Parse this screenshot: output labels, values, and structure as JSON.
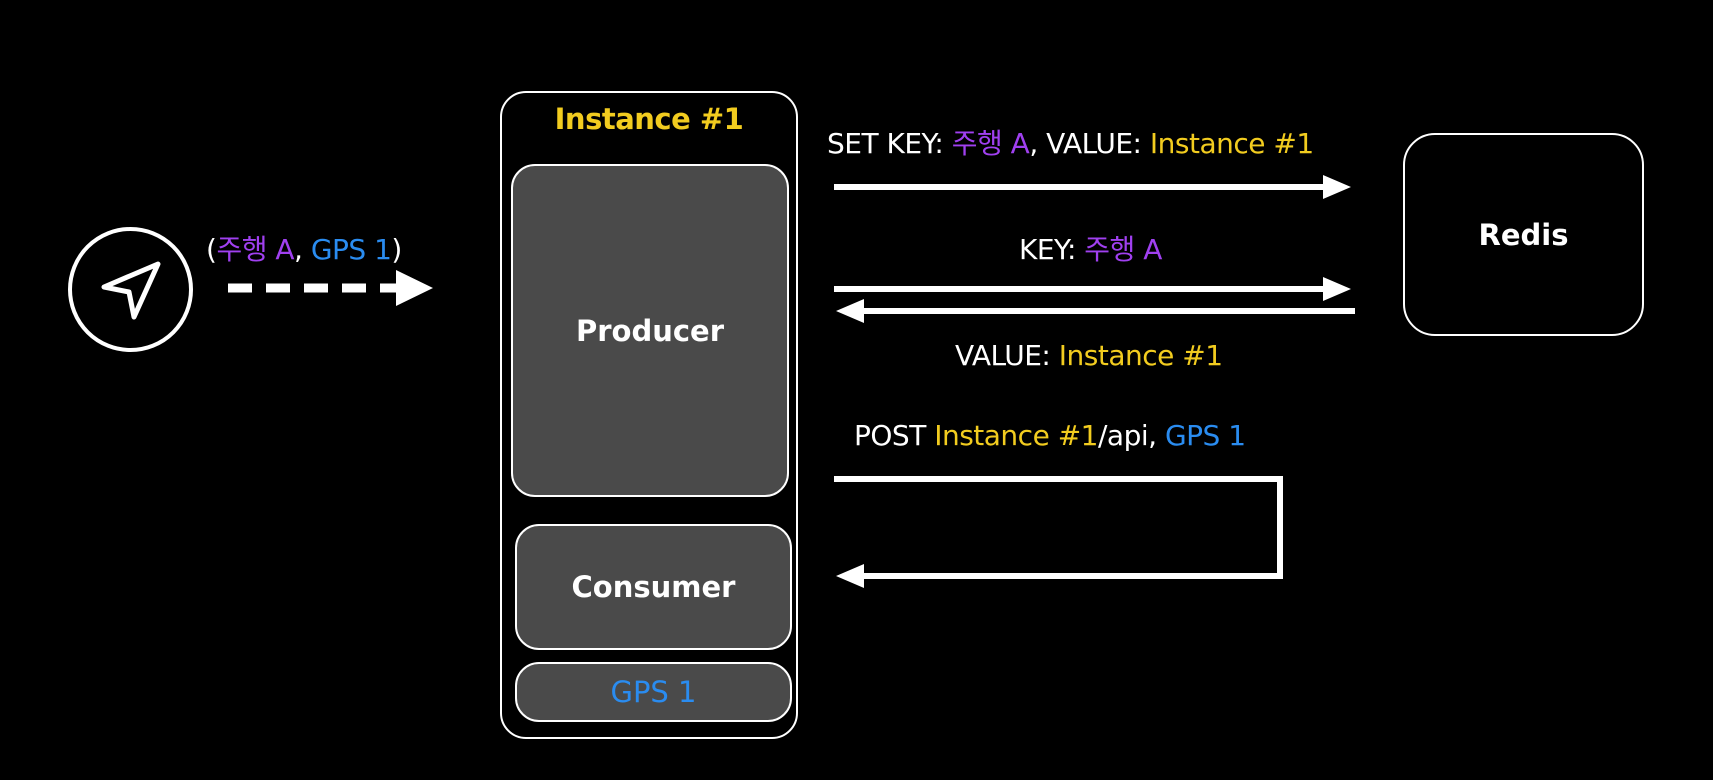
{
  "device": {
    "icon": "navigation-arrow-icon",
    "message": {
      "open": "(",
      "trip": "주행 A",
      "sep": ", ",
      "gps": "GPS 1",
      "close": ")"
    }
  },
  "instance": {
    "title": "Instance #1",
    "producer": "Producer",
    "consumer": "Consumer",
    "gps": "GPS 1"
  },
  "redis": {
    "label": "Redis"
  },
  "flows": {
    "set": {
      "prefix": "SET KEY: ",
      "key": "주행 A",
      "mid": ", VALUE: ",
      "value": "Instance #1"
    },
    "get_request": {
      "prefix": "KEY: ",
      "key": "주행 A"
    },
    "get_response": {
      "prefix": "VALUE: ",
      "value": "Instance #1"
    },
    "post": {
      "prefix": "POST ",
      "target": "Instance #1",
      "path": "/api, ",
      "gps": "GPS 1"
    }
  },
  "colors": {
    "background": "#000000",
    "foreground": "#ffffff",
    "box_fill": "#4a4a4a",
    "trip": "#a040f0",
    "gps": "#2a8cf0",
    "instance": "#f2cc1f"
  }
}
